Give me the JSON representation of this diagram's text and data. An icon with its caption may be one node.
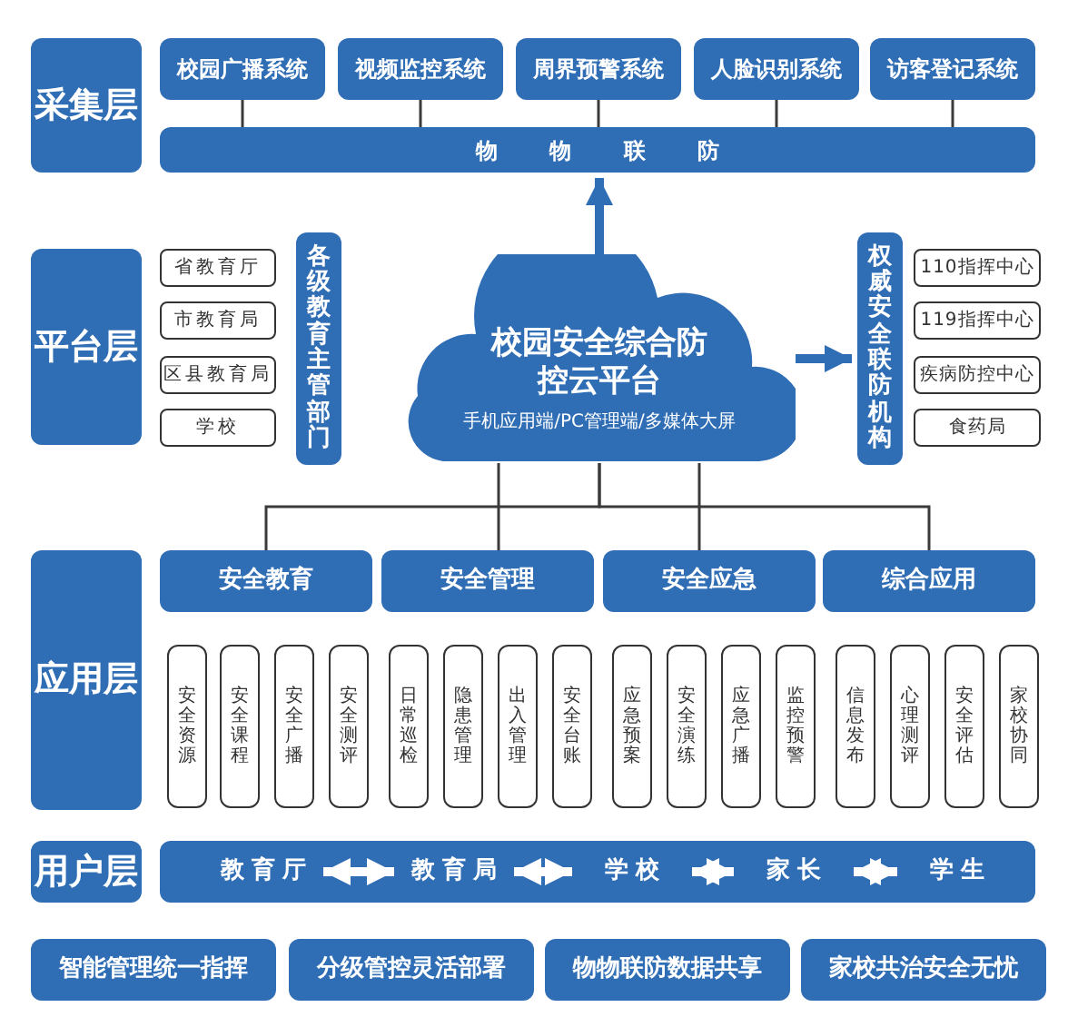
{
  "diagram": {
    "nodes": [
      {
        "text": [
          "采集层"
        ]
      },
      {
        "text": [
          "校园广播系统"
        ]
      },
      {
        "text": [
          "视频监控系统"
        ]
      },
      {
        "text": [
          "周界预警系统"
        ]
      },
      {
        "text": [
          "人脸识别系统"
        ]
      },
      {
        "text": [
          "访客登记系统"
        ]
      },
      {
        "text": [
          "物物联防"
        ]
      },
      {
        "text": [
          "平台层"
        ]
      },
      {
        "text": [
          "省教育厅"
        ]
      },
      {
        "text": [
          "市教育局"
        ]
      },
      {
        "text": [
          "区县教育局"
        ]
      },
      {
        "text": [
          "学校"
        ]
      },
      {
        "text": [
          "各级教育主管部门"
        ]
      },
      {
        "text": [
          "校园安全综合防控云平台",
          "手机应用端/PC管理端/多媒体大屏"
        ]
      },
      {
        "text": [
          "权威安全联防机构"
        ]
      },
      {
        "text": [
          "110指挥中心"
        ]
      },
      {
        "text": [
          "119指挥中心"
        ]
      },
      {
        "text": [
          "疾病防控中心"
        ]
      },
      {
        "text": [
          "食药局"
        ]
      },
      {
        "text": [
          "应用层"
        ]
      },
      {
        "text": [
          "安全教育"
        ]
      },
      {
        "text": [
          "安全管理"
        ]
      },
      {
        "text": [
          "安全应急"
        ]
      },
      {
        "text": [
          "综合应用"
        ]
      },
      {
        "text": [
          "安全资源"
        ]
      },
      {
        "text": [
          "安全课程"
        ]
      },
      {
        "text": [
          "安全广播"
        ]
      },
      {
        "text": [
          "安全测评"
        ]
      },
      {
        "text": [
          "日常巡检"
        ]
      },
      {
        "text": [
          "隐患管理"
        ]
      },
      {
        "text": [
          "出入管理"
        ]
      },
      {
        "text": [
          "安全台账"
        ]
      },
      {
        "text": [
          "应急预案"
        ]
      },
      {
        "text": [
          "安全演练"
        ]
      },
      {
        "text": [
          "应急广播"
        ]
      },
      {
        "text": [
          "监控预警"
        ]
      },
      {
        "text": [
          "信息发布"
        ]
      },
      {
        "text": [
          "心理测评"
        ]
      },
      {
        "text": [
          "安全评估"
        ]
      },
      {
        "text": [
          "家校协同"
        ]
      },
      {
        "text": [
          "用户层"
        ]
      },
      {
        "text": [],
        "shape": "bar"
      },
      {
        "text": [
          "教育厅"
        ],
        "in": 41
      },
      {
        "text": [
          "教育局"
        ],
        "in": 41
      },
      {
        "text": [
          "学校"
        ],
        "in": 41
      },
      {
        "text": [
          "家长"
        ],
        "in": 41
      },
      {
        "text": [
          "学生"
        ],
        "in": 41
      },
      {
        "text": [
          "智能管理统一指挥"
        ]
      },
      {
        "text": [
          "分级管控灵活部署"
        ]
      },
      {
        "text": [
          "物物联防数据共享"
        ]
      },
      {
        "text": [
          "家校共治安全无忧"
        ]
      }
    ],
    "edges": [
      {
        "from": 1,
        "to": 6,
        "arrow": "none"
      },
      {
        "from": 2,
        "to": 6,
        "arrow": "none"
      },
      {
        "from": 3,
        "to": 6,
        "arrow": "none"
      },
      {
        "from": 4,
        "to": 6,
        "arrow": "none"
      },
      {
        "from": 5,
        "to": 6,
        "arrow": "none"
      },
      {
        "from": 13,
        "to": 6,
        "arrow": "to",
        "style": "thick",
        "color": "#2f6db5"
      },
      {
        "from": 13,
        "to": 14,
        "arrow": "to",
        "style": "thick",
        "color": "#2f6db5"
      },
      {
        "from": 13,
        "to": 20,
        "arrow": "none"
      },
      {
        "from": 13,
        "to": 21,
        "arrow": "none"
      },
      {
        "from": 13,
        "to": 22,
        "arrow": "none"
      },
      {
        "from": 13,
        "to": 23,
        "arrow": "none"
      },
      {
        "from": 42,
        "to": 43,
        "arrow": "both",
        "style": "thick",
        "color": "#ffffff"
      },
      {
        "from": 43,
        "to": 44,
        "arrow": "both",
        "style": "thick",
        "color": "#ffffff"
      },
      {
        "from": 44,
        "to": 45,
        "arrow": "both",
        "style": "thick",
        "color": "#ffffff"
      },
      {
        "from": 45,
        "to": 46,
        "arrow": "both",
        "style": "thick",
        "color": "#ffffff"
      }
    ]
  }
}
